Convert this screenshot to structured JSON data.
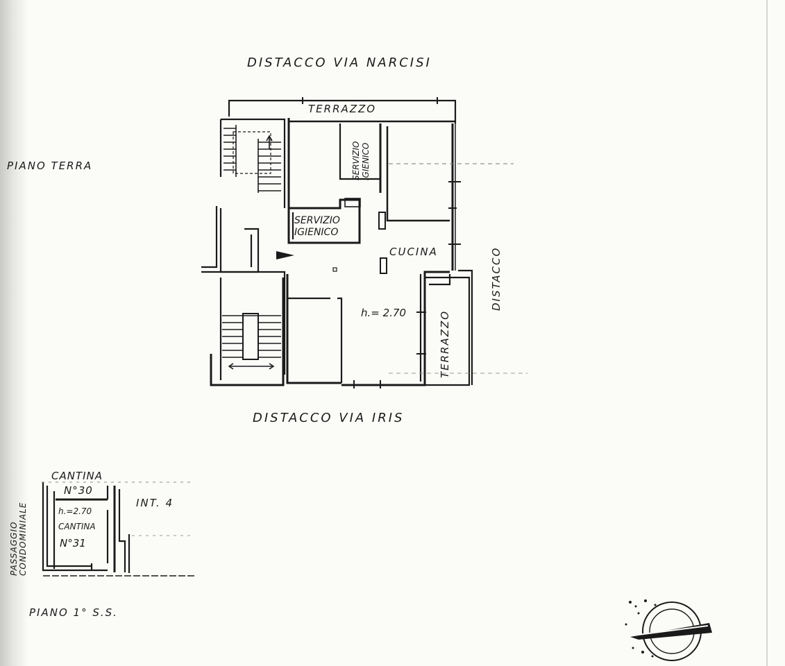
{
  "labels": {
    "north_boundary": "DISTACCO VIA NARCISI",
    "terrace_top": "TERRAZZO",
    "ground_floor": "PIANO TERRA",
    "bathroom_upper": "SERVIZIO IGIENICO",
    "bathroom_lower": "SERVIZIO IGIENICO",
    "kitchen": "CUCINA",
    "east_boundary": "DISTACCO",
    "ceiling_height": "h.= 2.70",
    "terrace_right": "TERRAZZO",
    "south_boundary": "DISTACCO VIA IRIS"
  },
  "basement": {
    "cellar_30_title": "CANTINA",
    "cellar_30_number": "N°30",
    "height": "h.=2.70",
    "cellar_31_title": "CANTINA",
    "cellar_31_number": "N°31",
    "corridor": "PASSAGGIO CONDOMINIALE",
    "unit": "INT. 4",
    "floor": "PIANO 1° S.S."
  }
}
